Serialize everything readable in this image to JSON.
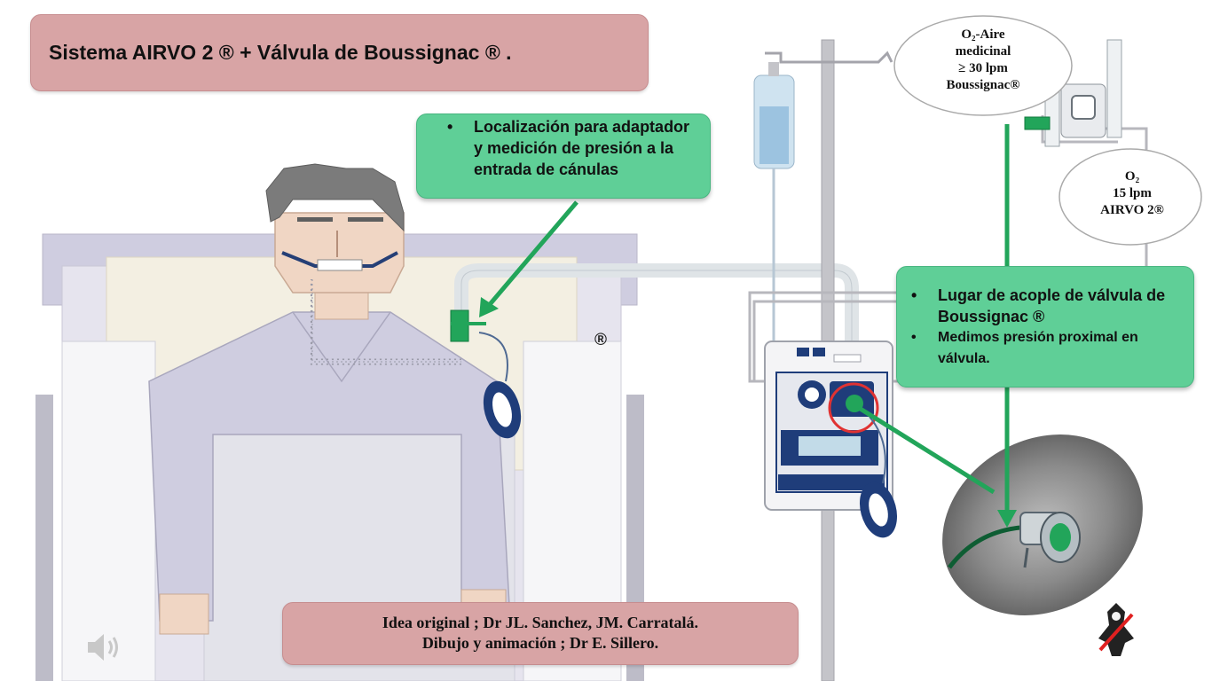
{
  "title": "Sistema AIRVO 2 ® + Válvula de Boussignac ® .",
  "callout_cannula": {
    "items": [
      "Localización para adaptador y medición de presión a la entrada de cánulas"
    ]
  },
  "callout_valve": {
    "items": [
      "Lugar de acople de válvula de Boussignac ®",
      "Medimos presión proximal en válvula."
    ]
  },
  "oval_boussignac": {
    "line1": "O₂-Aire",
    "line2": "medicinal",
    "line3": "≥ 30 lpm",
    "line4": "Boussignac®"
  },
  "oval_airvo": {
    "line1": "O₂",
    "line2": "15 lpm",
    "line3": "AIRVO 2®"
  },
  "registered_mark": "®",
  "credits": {
    "line1": "Idea original ; Dr JL. Sanchez, JM. Carratalá.",
    "line2": "Dibujo y animación ; Dr E. Sillero."
  },
  "colors": {
    "callout_green": "#5fcf97",
    "title_pink": "#d8a4a5",
    "pointer_green": "#22a55a",
    "device_navy": "#1f3d7a"
  },
  "icons": [
    "speaker-icon",
    "author-logo"
  ]
}
